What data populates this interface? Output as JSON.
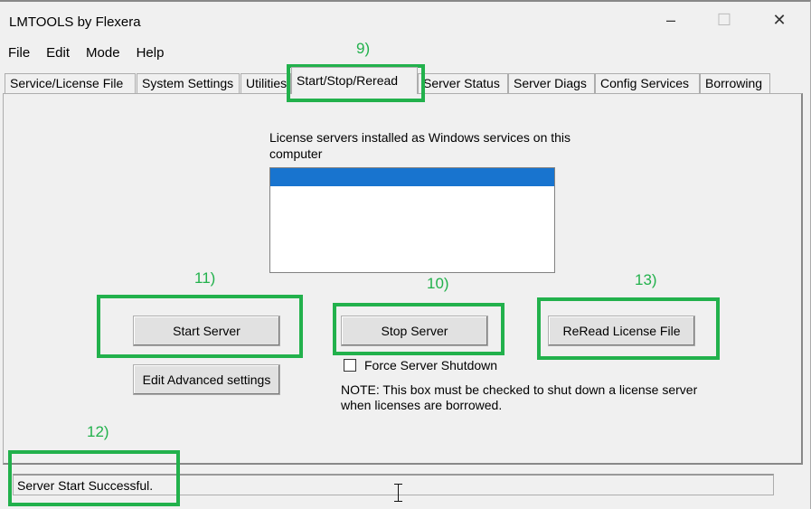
{
  "window": {
    "title": "LMTOOLS by Flexera",
    "minimize": "–",
    "maximize": "☐",
    "close": "✕"
  },
  "menu": [
    "File",
    "Edit",
    "Mode",
    "Help"
  ],
  "tabs": [
    "Service/License File",
    "System Settings",
    "Utilities",
    "Start/Stop/Reread",
    "Server Status",
    "Server Diags",
    "Config Services",
    "Borrowing"
  ],
  "panel": {
    "list_label": "License servers installed as Windows services on this computer",
    "list_items": [
      ""
    ],
    "start_button": "Start Server",
    "edit_advanced_button": "Edit Advanced settings",
    "stop_button": "Stop Server",
    "force_shutdown_label": "Force Server Shutdown",
    "force_shutdown_checked": false,
    "reread_button": "ReRead License File",
    "note": "NOTE:  This box must be checked to shut down a license server when licenses are borrowed."
  },
  "status": "Server Start Successful.",
  "annotations": {
    "a9": "9)",
    "a10": "10)",
    "a11": "11)",
    "a12": "12)",
    "a13": "13)",
    "color": "#22b14c"
  }
}
